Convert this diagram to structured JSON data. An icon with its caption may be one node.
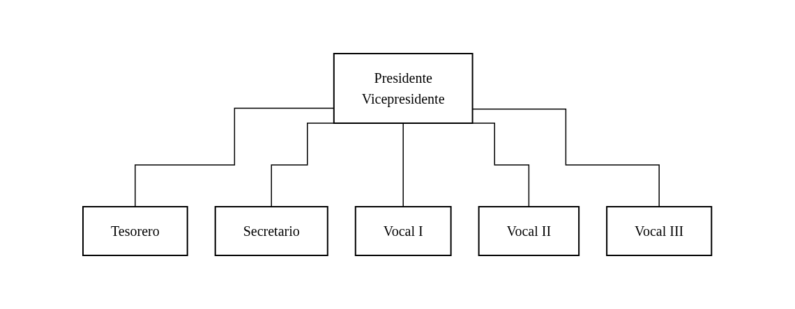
{
  "diagram": {
    "nodes": [
      {
        "text": [
          "Presidente",
          "Vicepresidente"
        ]
      },
      {
        "text": [
          "Tesorero"
        ]
      },
      {
        "text": [
          "Secretario"
        ]
      },
      {
        "text": [
          "Vocal I"
        ]
      },
      {
        "text": [
          "Vocal II"
        ]
      },
      {
        "text": [
          "Vocal III"
        ]
      }
    ],
    "edges": [
      {
        "from": 0,
        "to": 1,
        "arrow": "none"
      },
      {
        "from": 0,
        "to": 2,
        "arrow": "none"
      },
      {
        "from": 0,
        "to": 3,
        "arrow": "none"
      },
      {
        "from": 0,
        "to": 4,
        "arrow": "none"
      },
      {
        "from": 0,
        "to": 5,
        "arrow": "none"
      }
    ]
  }
}
